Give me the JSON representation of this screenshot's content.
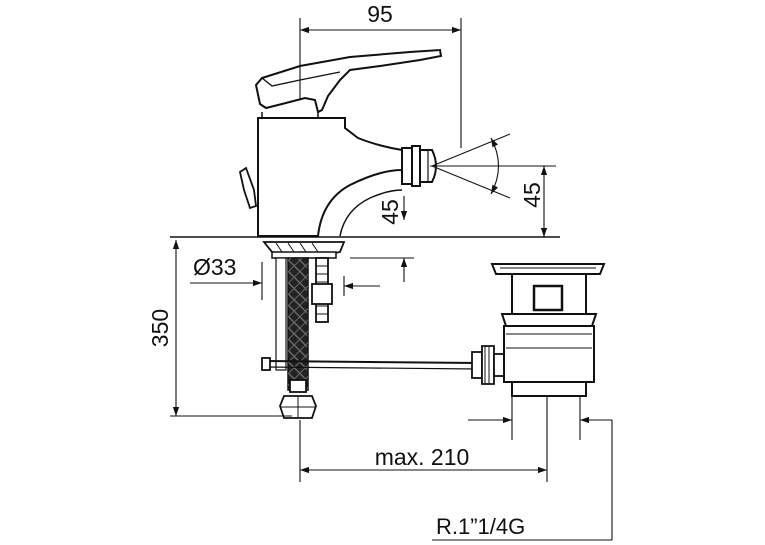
{
  "dimensions": {
    "spout_reach": "95",
    "aerator_angle": "45",
    "spout_height": "45",
    "hole_diameter": "Ø33",
    "total_height": "350",
    "pull_rod_length": "max. 210",
    "waste_thread": "R.1”1/4G"
  }
}
